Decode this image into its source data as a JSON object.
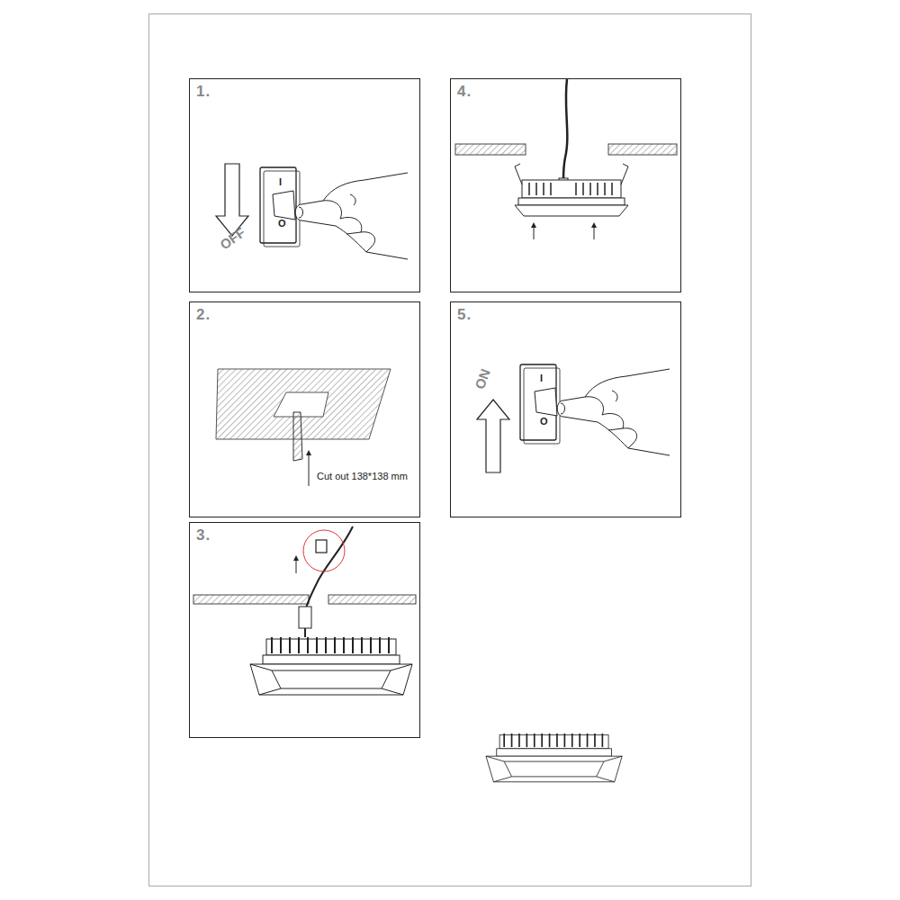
{
  "diagram": {
    "nodes": [
      {
        "text": [
          "1."
        ]
      },
      {
        "text": [
          "2."
        ]
      },
      {
        "text": [
          "3."
        ]
      },
      {
        "text": [
          "4."
        ]
      },
      {
        "text": [
          "5."
        ]
      }
    ],
    "labels": [
      "OFF",
      "I",
      "O",
      "Cut out 138*138 mm",
      "ON",
      "I",
      "O"
    ]
  }
}
